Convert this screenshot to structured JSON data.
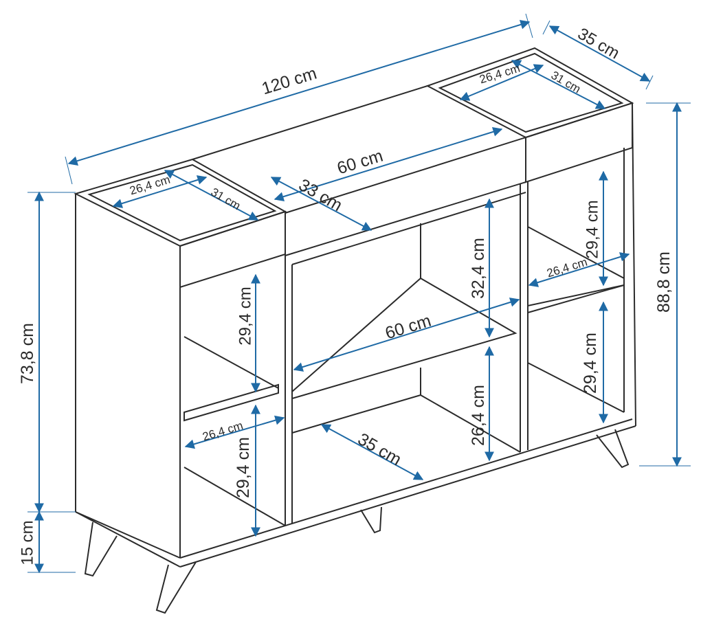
{
  "colors": {
    "arrow": "#1f6aa5",
    "line": "#2b2b2b"
  },
  "dimensions": {
    "total_width": "120 cm",
    "total_depth": "35 cm",
    "total_height": "88,8 cm",
    "body_height": "73,8 cm",
    "leg_height": "15 cm",
    "right_box_width": "26,4 cm",
    "right_box_depth": "31 cm",
    "left_box_width": "26,4 cm",
    "left_box_depth": "31 cm",
    "top_middle_width": "60 cm",
    "top_middle_depth": "33 cm",
    "middle_upper_height": "32,4 cm",
    "middle_shelf_width": "60 cm",
    "right_shelf_width": "26,4 cm",
    "right_upper_height": "29,4 cm",
    "right_lower_height": "29,4 cm",
    "left_upper_height": "29,4 cm",
    "left_shelf_width": "26,4 cm",
    "left_lower_height": "29,4 cm",
    "bottom_middle_depth": "35 cm",
    "middle_lower_height": "26,4 cm"
  }
}
